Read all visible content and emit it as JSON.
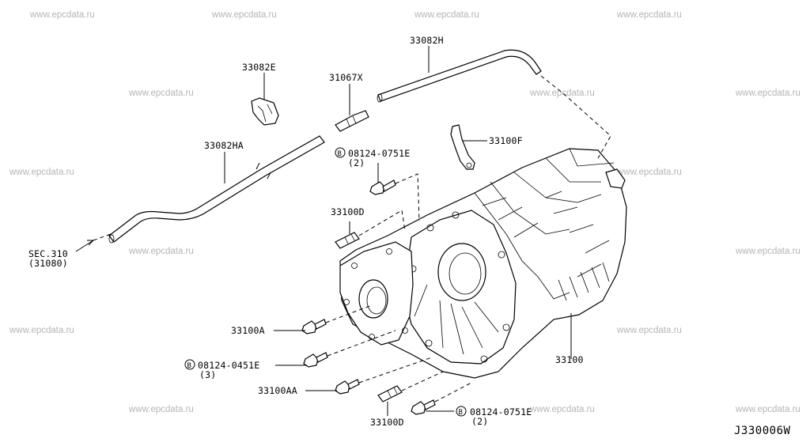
{
  "diagram_code": "J330006W",
  "watermark": "www.epcdata.ru",
  "callouts": {
    "hose_upper": "33082H",
    "clip": "33082E",
    "connector": "31067X",
    "hose_lower": "33082HA",
    "bracket": "33100F",
    "bolt_b_top_code": "08124-0751E",
    "bolt_b_top_qty": "(2)",
    "stud_top": "33100D",
    "sec_ref": "SEC.310",
    "sec_ref_sub": "(31080)",
    "bolt_a": "33100A",
    "bolt_b_mid_code": "08124-0451E",
    "bolt_b_mid_qty": "(3)",
    "bolt_aa": "33100AA",
    "stud_bottom": "33100D",
    "bolt_b_bottom_code": "08124-0751E",
    "bolt_b_bottom_qty": "(2)",
    "case_assembly": "33100"
  },
  "badge_letter": "B"
}
